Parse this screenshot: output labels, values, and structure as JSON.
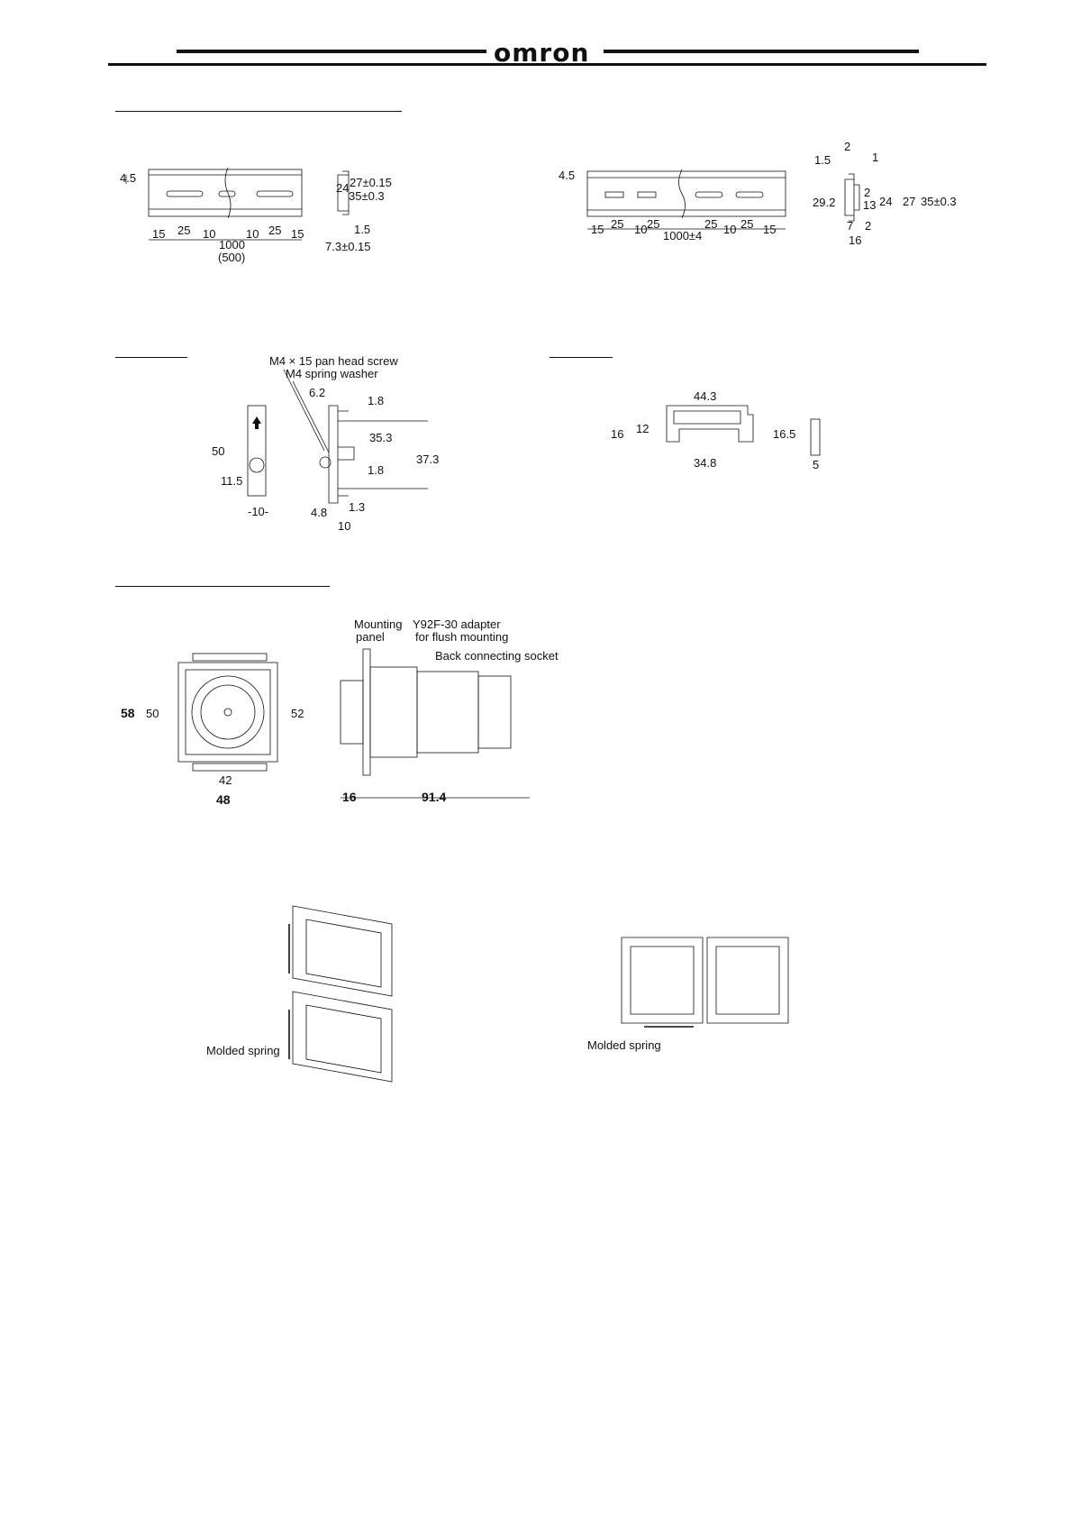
{
  "header": {
    "brand": "omron"
  },
  "drawings": {
    "rail_a": {
      "dims": {
        "height": "4.5",
        "inner": "24",
        "width27": "27±0.15",
        "width35": "35±0.3",
        "d15a": "15",
        "d25a": "25",
        "d10a": "10",
        "length": "1000",
        "alt_length": "(500)",
        "d10b": "10",
        "d25b": "25",
        "d15b": "15",
        "thickness": "1.5",
        "flange": "7.3±0.15"
      }
    },
    "rail_b": {
      "dims": {
        "height": "4.5",
        "d15a": "15",
        "d25a": "25",
        "d10a": "10",
        "d25b": "25",
        "length": "1000±4",
        "d25c": "25",
        "d10b": "10",
        "d25d": "25",
        "d15b": "15",
        "top2": "2",
        "t15": "1.5",
        "t1": "1",
        "h292": "29.2",
        "s2": "2",
        "s13": "13",
        "s24": "24",
        "s27": "27",
        "s35": "35±0.3",
        "b7": "7",
        "b2": "2",
        "b16": "16"
      }
    },
    "end_plate": {
      "callouts": {
        "screw": "M4 × 15 pan head screw",
        "washer": "M4 spring washer"
      },
      "dims": {
        "h50": "50",
        "h115": "11.5",
        "w10": "-10-",
        "t62": "6.2",
        "t18a": "1.8",
        "h353": "35.3",
        "h373": "37.3",
        "t18b": "1.8",
        "b48": "4.8",
        "b13": "1.3",
        "b10": "10"
      }
    },
    "spacer": {
      "dims": {
        "w443": "44.3",
        "h16": "16",
        "h12": "12",
        "h165": "16.5",
        "w348": "34.8",
        "d5": "5"
      }
    },
    "adapter": {
      "labels": {
        "panel": "Mounting\npanel",
        "panel1": "Mounting",
        "panel2": "panel",
        "adapter1": "Y92F-30 adapter",
        "adapter2": "for flush mounting",
        "socket": "Back connecting socket"
      },
      "dims": {
        "h58": "58",
        "h50": "50",
        "h52": "52",
        "w42": "42",
        "w48": "48",
        "d16": "16",
        "d914": "91.4"
      }
    },
    "mount_vertical": {
      "label": "Molded spring"
    },
    "mount_horizontal": {
      "label": "Molded spring"
    }
  }
}
